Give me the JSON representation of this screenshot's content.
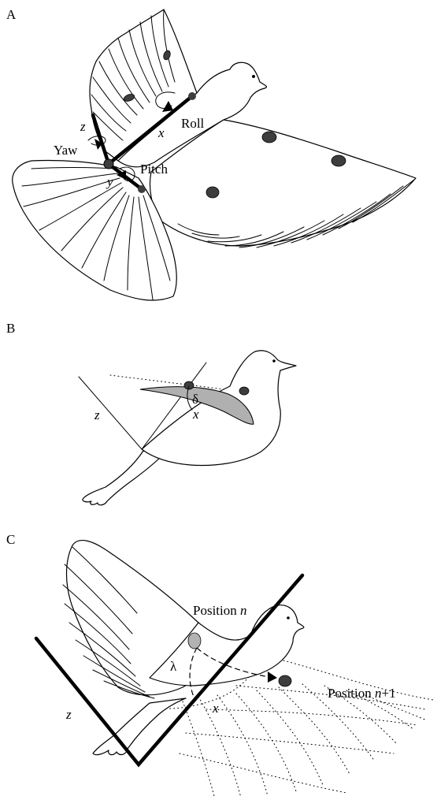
{
  "panels": {
    "a": {
      "letter": "A",
      "labels": {
        "roll": "Roll",
        "yaw": "Yaw",
        "pitch": "Pitch",
        "x": "x",
        "y": "y",
        "z": "z"
      }
    },
    "b": {
      "letter": "B",
      "labels": {
        "z": "z",
        "x": "x",
        "delta": "δ"
      }
    },
    "c": {
      "letter": "C",
      "labels": {
        "position_n_text": "Position ",
        "position_n_var": "n",
        "position_n1_text": "Position ",
        "position_n1_var": "n",
        "position_n1_suffix": "+1",
        "lambda": "λ",
        "z": "z",
        "x": "x"
      }
    }
  },
  "colors": {
    "ink": "#000000",
    "marker_dark": "#3d3d3d",
    "marker_light": "#b3b3b3",
    "wing_grey": "#b0b0b0"
  }
}
